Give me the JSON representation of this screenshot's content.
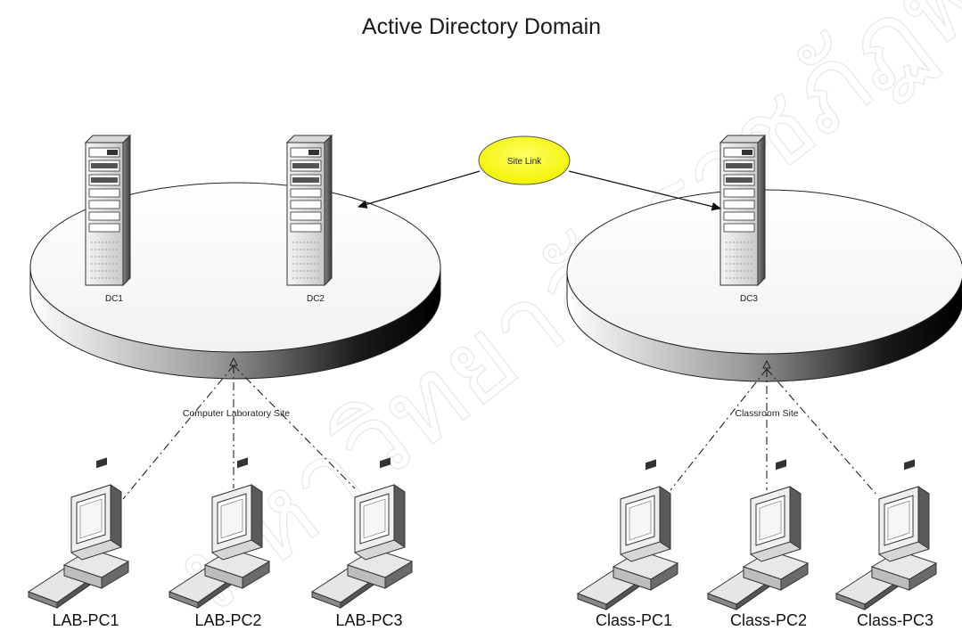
{
  "diagram": {
    "title": "Active Directory Domain",
    "site_link": {
      "label": "Site Link",
      "color": "#ffff33"
    },
    "sites": [
      {
        "label": "Computer Laboratory Site",
        "servers": [
          {
            "label": "DC1"
          },
          {
            "label": "DC2"
          }
        ],
        "clients": [
          {
            "label": "LAB-PC1"
          },
          {
            "label": "LAB-PC2"
          },
          {
            "label": "LAB-PC3"
          }
        ]
      },
      {
        "label": "Classroom Site",
        "servers": [
          {
            "label": "DC3"
          }
        ],
        "clients": [
          {
            "label": "Class-PC1"
          },
          {
            "label": "Class-PC2"
          },
          {
            "label": "Class-PC3"
          }
        ]
      }
    ],
    "watermark": {
      "text": "มหาวิทยาลัยราชภัฏพระนคร",
      "icon": "watermark-text"
    }
  }
}
